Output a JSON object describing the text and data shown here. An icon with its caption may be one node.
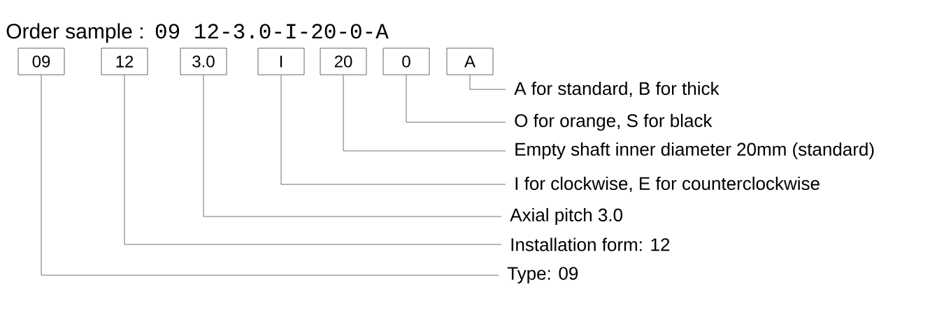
{
  "diagram": {
    "title": "Order sample :",
    "nodes": [
      {
        "text": [
          "09"
        ]
      },
      {
        "text": [
          "12"
        ]
      },
      {
        "text": [
          "3.0"
        ]
      },
      {
        "text": [
          "I"
        ]
      },
      {
        "text": [
          "20"
        ]
      },
      {
        "text": [
          "0"
        ]
      },
      {
        "text": [
          "A"
        ]
      },
      {
        "text": [
          "A for standard, B for thick"
        ]
      },
      {
        "text": [
          "O for orange, S for black"
        ]
      },
      {
        "text": [
          "Empty shaft inner diameter 20mm (standard)"
        ]
      },
      {
        "text": [
          "I for clockwise, E for counterclockwise"
        ]
      },
      {
        "text": [
          "Axial pitch 3.0"
        ]
      },
      {
        "text": [
          "Installation form: 12"
        ]
      },
      {
        "text": [
          "Type: 09"
        ]
      }
    ],
    "edges": [
      {
        "from": 0,
        "to": 13,
        "arrow": "none"
      },
      {
        "from": 1,
        "to": 12,
        "arrow": "none"
      },
      {
        "from": 2,
        "to": 11,
        "arrow": "none"
      },
      {
        "from": 3,
        "to": 10,
        "arrow": "none"
      },
      {
        "from": 4,
        "to": 9,
        "arrow": "none"
      },
      {
        "from": 5,
        "to": 8,
        "arrow": "none"
      },
      {
        "from": 6,
        "to": 7,
        "arrow": "none"
      }
    ],
    "labels": [
      "09  12-3.0-I-20-0-A"
    ]
  }
}
